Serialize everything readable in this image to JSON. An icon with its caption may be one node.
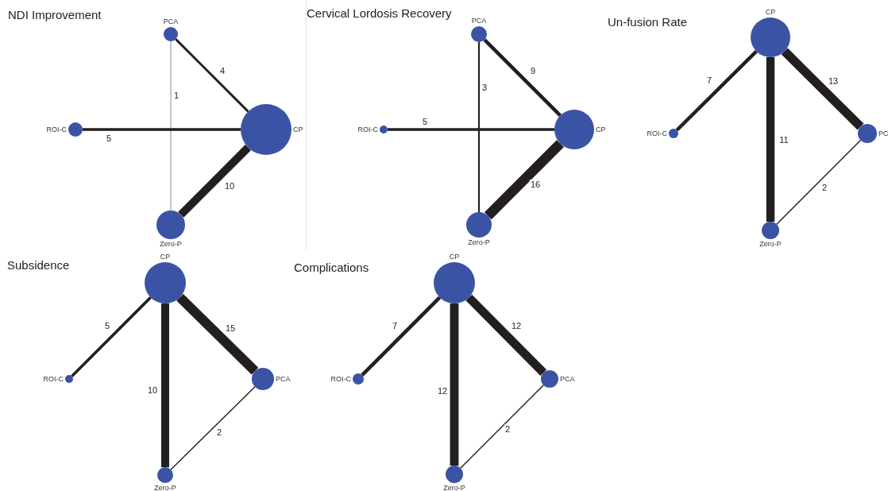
{
  "diagram": {
    "nodes": [
      {
        "text": [
          "PCA"
        ]
      },
      {
        "text": [
          "ROI-C"
        ]
      },
      {
        "text": [
          "CP"
        ]
      },
      {
        "text": [
          "Zero-P"
        ]
      },
      {
        "text": [
          "PCA"
        ]
      },
      {
        "text": [
          "ROI-C"
        ]
      },
      {
        "text": [
          "CP"
        ]
      },
      {
        "text": [
          "Zero-P"
        ]
      },
      {
        "text": [
          "CP"
        ]
      },
      {
        "text": [
          "ROI-C"
        ]
      },
      {
        "text": [
          "PC"
        ]
      },
      {
        "text": [
          "Zero-P"
        ]
      },
      {
        "text": [
          "CP"
        ]
      },
      {
        "text": [
          "ROI-C"
        ]
      },
      {
        "text": [
          "PCA"
        ]
      },
      {
        "text": [
          "Zero-P"
        ]
      },
      {
        "text": [
          "CP"
        ]
      },
      {
        "text": [
          "ROI-C"
        ]
      },
      {
        "text": [
          "PCA"
        ]
      },
      {
        "text": [
          "Zero-P"
        ]
      }
    ],
    "edges": [
      {
        "from": 0,
        "to": 2,
        "arrow": "none",
        "label": "4"
      },
      {
        "from": 0,
        "to": 3,
        "arrow": "none",
        "label": "1",
        "color": "#8c8c8c"
      },
      {
        "from": 1,
        "to": 2,
        "arrow": "none",
        "label": "5"
      },
      {
        "from": 2,
        "to": 3,
        "arrow": "none",
        "label": "10",
        "style": "thick"
      },
      {
        "from": 4,
        "to": 6,
        "arrow": "none",
        "label": "9"
      },
      {
        "from": 4,
        "to": 7,
        "arrow": "none",
        "label": "3"
      },
      {
        "from": 5,
        "to": 6,
        "arrow": "none",
        "label": "5"
      },
      {
        "from": 6,
        "to": 7,
        "arrow": "none",
        "label": "16",
        "style": "thick"
      },
      {
        "from": 8,
        "to": 9,
        "arrow": "none",
        "label": "7"
      },
      {
        "from": 8,
        "to": 10,
        "arrow": "none",
        "label": "13",
        "style": "thick"
      },
      {
        "from": 8,
        "to": 11,
        "arrow": "none",
        "label": "11",
        "style": "thick"
      },
      {
        "from": 10,
        "to": 11,
        "arrow": "none",
        "label": "2"
      },
      {
        "from": 12,
        "to": 13,
        "arrow": "none",
        "label": "5"
      },
      {
        "from": 12,
        "to": 14,
        "arrow": "none",
        "label": "15",
        "style": "thick"
      },
      {
        "from": 12,
        "to": 15,
        "arrow": "none",
        "label": "10",
        "style": "thick"
      },
      {
        "from": 14,
        "to": 15,
        "arrow": "none",
        "label": "2"
      },
      {
        "from": 16,
        "to": 17,
        "arrow": "none",
        "label": "7"
      },
      {
        "from": 16,
        "to": 18,
        "arrow": "none",
        "label": "12",
        "style": "thick"
      },
      {
        "from": 16,
        "to": 19,
        "arrow": "none",
        "label": "12",
        "style": "thick"
      },
      {
        "from": 18,
        "to": 19,
        "arrow": "none",
        "label": "2"
      }
    ],
    "labels": [
      "NDI Improvement",
      "Cervical Lordosis Recovery",
      "Un-fusion Rate",
      "Subsidence",
      "Complications"
    ]
  }
}
